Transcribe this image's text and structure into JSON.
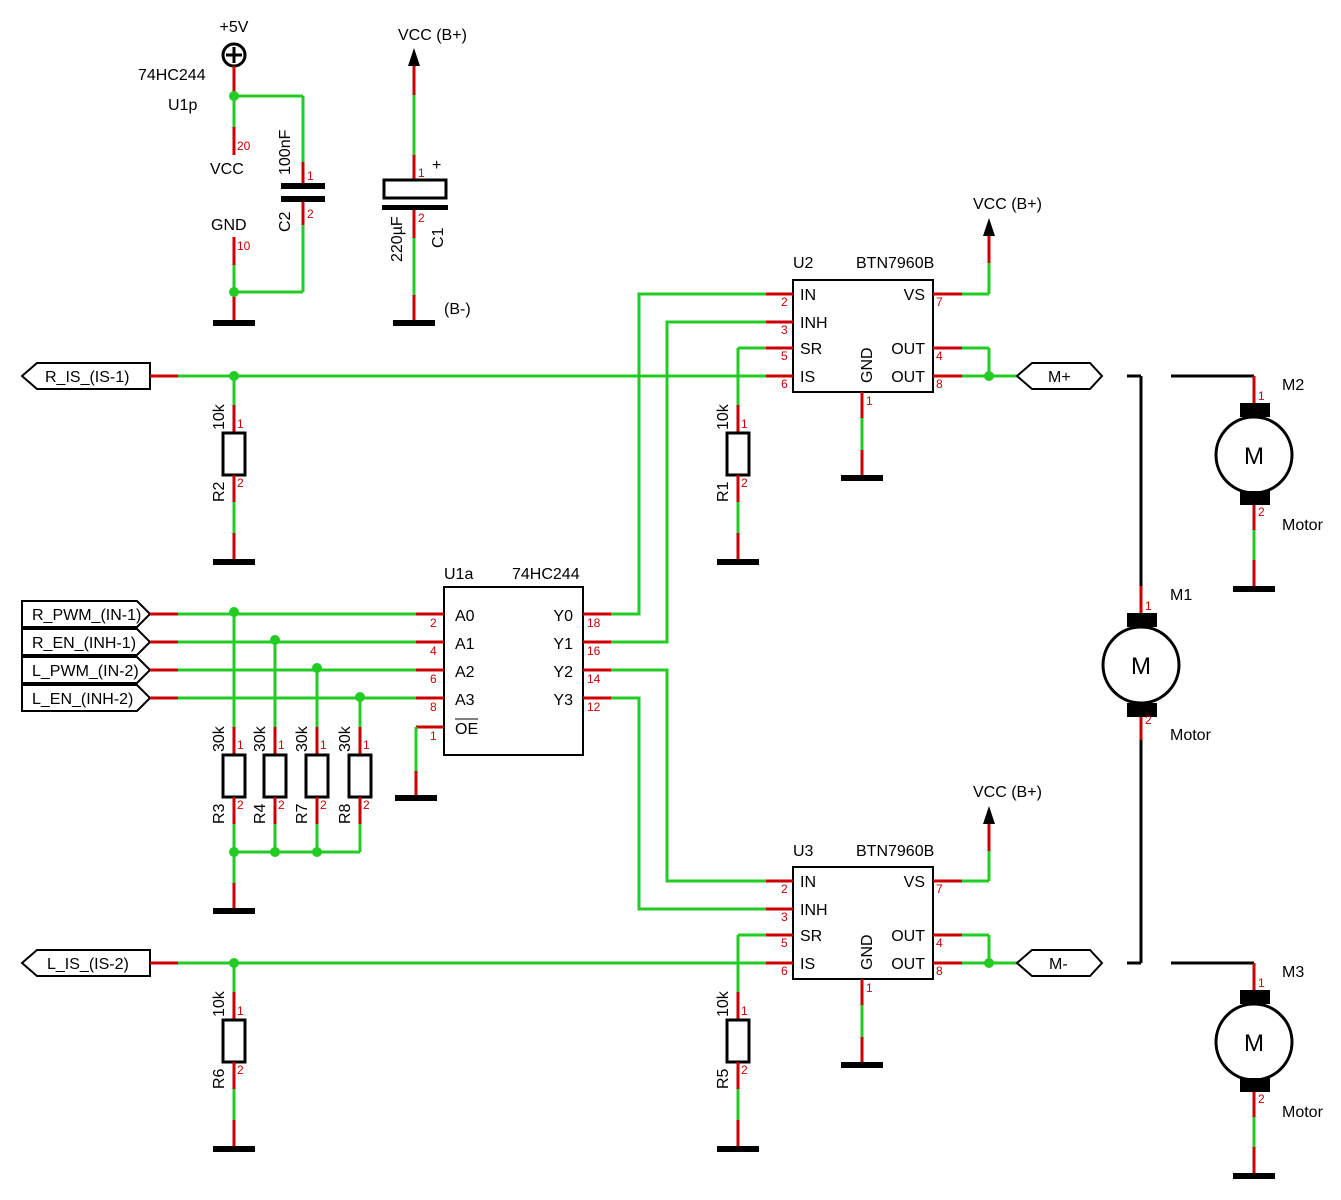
{
  "power": {
    "plus5v": "+5V",
    "vcc_b_plus": "VCC  (B+)",
    "b_minus": "(B-)"
  },
  "u1p": {
    "part": "74HC244",
    "ref": "U1p",
    "vcc": "VCC",
    "gnd": "GND",
    "pin_vcc": "20",
    "pin_gnd": "10"
  },
  "c2": {
    "ref": "C2",
    "value": "100nF",
    "p1": "1",
    "p2": "2"
  },
  "c1": {
    "ref": "C1",
    "value": "220µF",
    "p1": "1",
    "p2": "2",
    "plus": "+"
  },
  "u1a": {
    "ref": "U1a",
    "part": "74HC244",
    "left_pins": [
      {
        "name": "A0",
        "num": "2"
      },
      {
        "name": "A1",
        "num": "4"
      },
      {
        "name": "A2",
        "num": "6"
      },
      {
        "name": "A3",
        "num": "8"
      },
      {
        "name": "OE",
        "num": "1"
      }
    ],
    "right_pins": [
      {
        "name": "Y0",
        "num": "18"
      },
      {
        "name": "Y1",
        "num": "16"
      },
      {
        "name": "Y2",
        "num": "14"
      },
      {
        "name": "Y3",
        "num": "12"
      }
    ]
  },
  "u2": {
    "ref": "U2",
    "part": "BTN7960B",
    "gnd": "GND",
    "gnd_pin": "1",
    "left_pins": [
      {
        "name": "IN",
        "num": "2"
      },
      {
        "name": "INH",
        "num": "3"
      },
      {
        "name": "SR",
        "num": "5"
      },
      {
        "name": "IS",
        "num": "6"
      }
    ],
    "right_pins": [
      {
        "name": "VS",
        "num": "7"
      },
      {
        "name": "OUT",
        "num": "4"
      },
      {
        "name": "OUT",
        "num": "8"
      }
    ]
  },
  "u3": {
    "ref": "U3",
    "part": "BTN7960B",
    "gnd": "GND",
    "gnd_pin": "1",
    "left_pins": [
      {
        "name": "IN",
        "num": "2"
      },
      {
        "name": "INH",
        "num": "3"
      },
      {
        "name": "SR",
        "num": "5"
      },
      {
        "name": "IS",
        "num": "6"
      }
    ],
    "right_pins": [
      {
        "name": "VS",
        "num": "7"
      },
      {
        "name": "OUT",
        "num": "4"
      },
      {
        "name": "OUT",
        "num": "8"
      }
    ]
  },
  "resistors": {
    "r1": {
      "ref": "R1",
      "value": "10k"
    },
    "r2": {
      "ref": "R2",
      "value": "10k"
    },
    "r3": {
      "ref": "R3",
      "value": "30k"
    },
    "r4": {
      "ref": "R4",
      "value": "30k"
    },
    "r5": {
      "ref": "R5",
      "value": "10k"
    },
    "r6": {
      "ref": "R6",
      "value": "10k"
    },
    "r7": {
      "ref": "R7",
      "value": "30k"
    },
    "r8": {
      "ref": "R8",
      "value": "30k"
    },
    "p1": "1",
    "p2": "2"
  },
  "ports": {
    "r_is": "R_IS_(IS-1)",
    "r_pwm": "R_PWM_(IN-1)",
    "r_en": "R_EN_(INH-1)",
    "l_pwm": "L_PWM_(IN-2)",
    "l_en": "L_EN_(INH-2)",
    "l_is": "L_IS_(IS-2)",
    "m_plus": "M+",
    "m_minus": "M-"
  },
  "motors": {
    "m1": {
      "ref": "M1",
      "symbol": "M",
      "label": "Motor",
      "p1": "1",
      "p2": "2"
    },
    "m2": {
      "ref": "M2",
      "symbol": "M",
      "label": "Motor",
      "p1": "1",
      "p2": "2"
    },
    "m3": {
      "ref": "M3",
      "symbol": "M",
      "label": "Motor",
      "p1": "1",
      "p2": "2"
    }
  },
  "colors": {
    "wire": "#22cc22",
    "pin": "#cc0000",
    "body": "#000000"
  }
}
